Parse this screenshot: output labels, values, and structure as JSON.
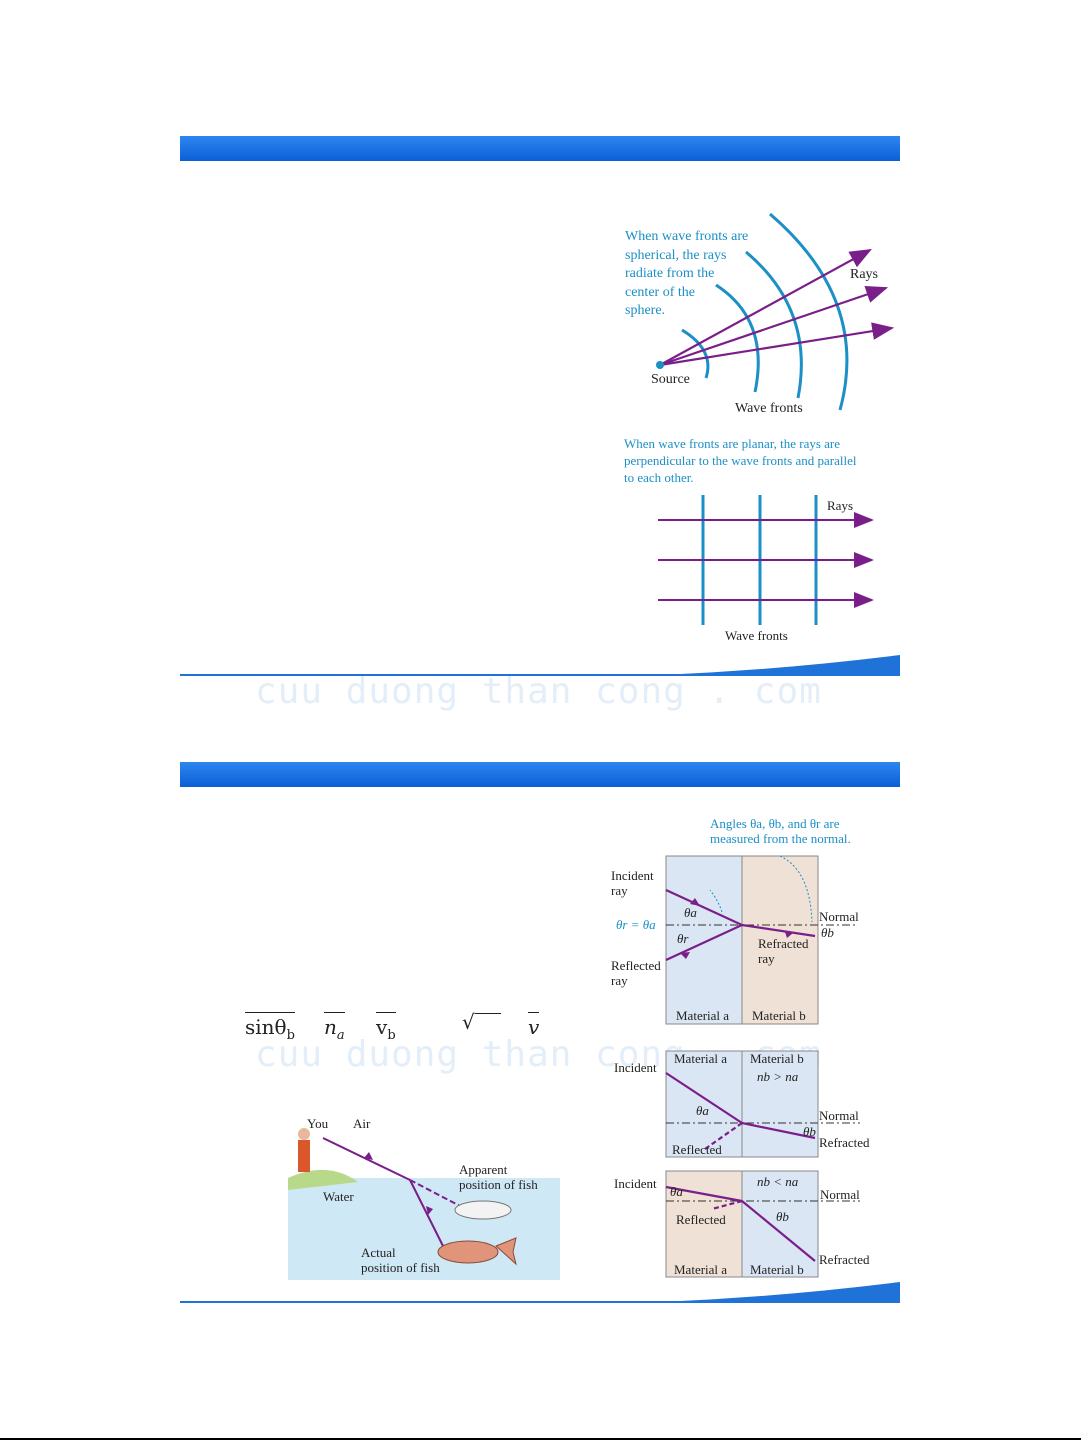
{
  "slide1": {
    "watermark": "cuu duong than cong . com",
    "spherical_caption": [
      "When wave fronts are",
      "spherical, the rays",
      "radiate from the",
      "center of the",
      "sphere."
    ],
    "rays_label": "Rays",
    "source_label": "Source",
    "wavefronts_label": "Wave fronts",
    "planar_caption": [
      "When wave fronts are planar, the rays are",
      "perpendicular to the wave fronts and parallel",
      "to each other."
    ],
    "planar_rays_label": "Rays",
    "planar_wavefronts_label": "Wave fronts"
  },
  "slide2": {
    "watermark": "cuu duong than cong . com",
    "math": {
      "sin_theta_b": "sinθ",
      "sub_b": "b",
      "n_a": "n",
      "sub_a": "a",
      "v_b": "v",
      "sub_vb": "b",
      "sqrt": "√",
      "v": "v"
    },
    "top_note": [
      "Angles θa, θb, and θr are",
      "measured from the normal."
    ],
    "incident_ray": [
      "Incident",
      "ray"
    ],
    "reflected_ray": [
      "Reflected",
      "ray"
    ],
    "refracted_ray": [
      "Refracted",
      "ray"
    ],
    "theta_r_eq": "θr = θa",
    "normal": "Normal",
    "theta_a": "θa",
    "theta_b": "θb",
    "theta_r": "θr",
    "material_a": "Material a",
    "material_b": "Material b",
    "nb_gt_na": "nb > na",
    "nb_lt_na": "nb < na",
    "incident": "Incident",
    "reflected": "Reflected",
    "refracted": "Refracted",
    "fish": {
      "you": "You",
      "air": "Air",
      "water": "Water",
      "apparent": [
        "Apparent",
        "position of fish"
      ],
      "actual": [
        "Actual",
        "position of fish"
      ]
    }
  },
  "colors": {
    "bar": "#0b5fd6",
    "ray": "#7a1f8a",
    "wave": "#1b8fc6",
    "material_blue": "#dbe6f4",
    "material_tan": "#efe1d6",
    "water": "#cfe8f5"
  }
}
